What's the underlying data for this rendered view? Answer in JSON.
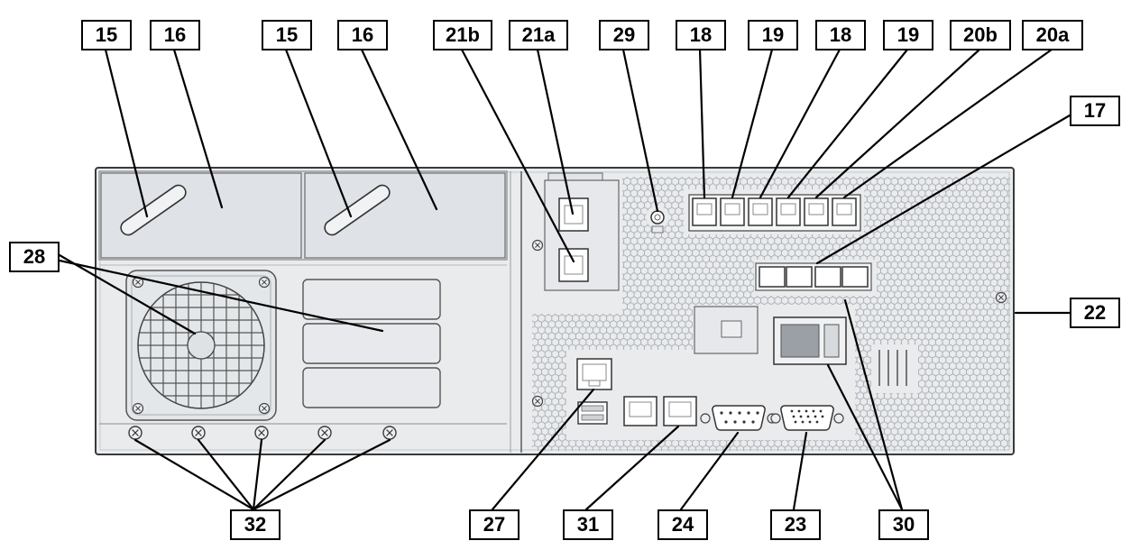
{
  "callouts": {
    "top": [
      {
        "label": "15"
      },
      {
        "label": "16"
      },
      {
        "label": "15"
      },
      {
        "label": "16"
      },
      {
        "label": "21b"
      },
      {
        "label": "21a"
      },
      {
        "label": "29"
      },
      {
        "label": "18"
      },
      {
        "label": "19"
      },
      {
        "label": "18"
      },
      {
        "label": "19"
      },
      {
        "label": "20b"
      },
      {
        "label": "20a"
      }
    ],
    "right": [
      {
        "label": "17"
      },
      {
        "label": "22"
      }
    ],
    "left": [
      {
        "label": "28"
      }
    ],
    "bottom": [
      {
        "label": "32"
      },
      {
        "label": "27"
      },
      {
        "label": "31"
      },
      {
        "label": "24"
      },
      {
        "label": "23"
      },
      {
        "label": "30"
      }
    ]
  },
  "colors": {
    "callout_bg": "#ffffff",
    "callout_border": "#000000",
    "chassis_fill": "#e9ebed",
    "line_color": "#3a3a3a"
  }
}
